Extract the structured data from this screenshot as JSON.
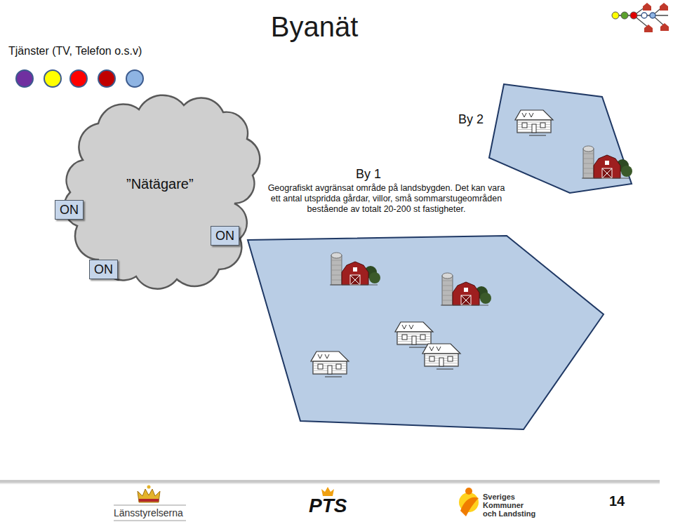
{
  "diagram": {
    "title": "Byanät",
    "nodes": [
      {
        "text": [
          "”Nätägare”"
        ]
      },
      {
        "text": [
          "By 2"
        ]
      },
      {
        "text": [
          "ON"
        ]
      },
      {
        "text": [
          "ON"
        ]
      },
      {
        "text": [
          "By 1",
          "Geografiskt avgränsat område på landsbygden. Det kan vara ett antal utspridda gårdar, villor, små sommarstugeområden bestående av totalt 20-200 st fastigheter."
        ]
      },
      {
        "text": [
          "ON"
        ]
      }
    ],
    "labels": [
      "Tjänster (TV, Telefon o.s.v)",
      "Länsstyrelserna",
      "PTS",
      "Sveriges Kommuner och Landsting",
      "14"
    ]
  }
}
